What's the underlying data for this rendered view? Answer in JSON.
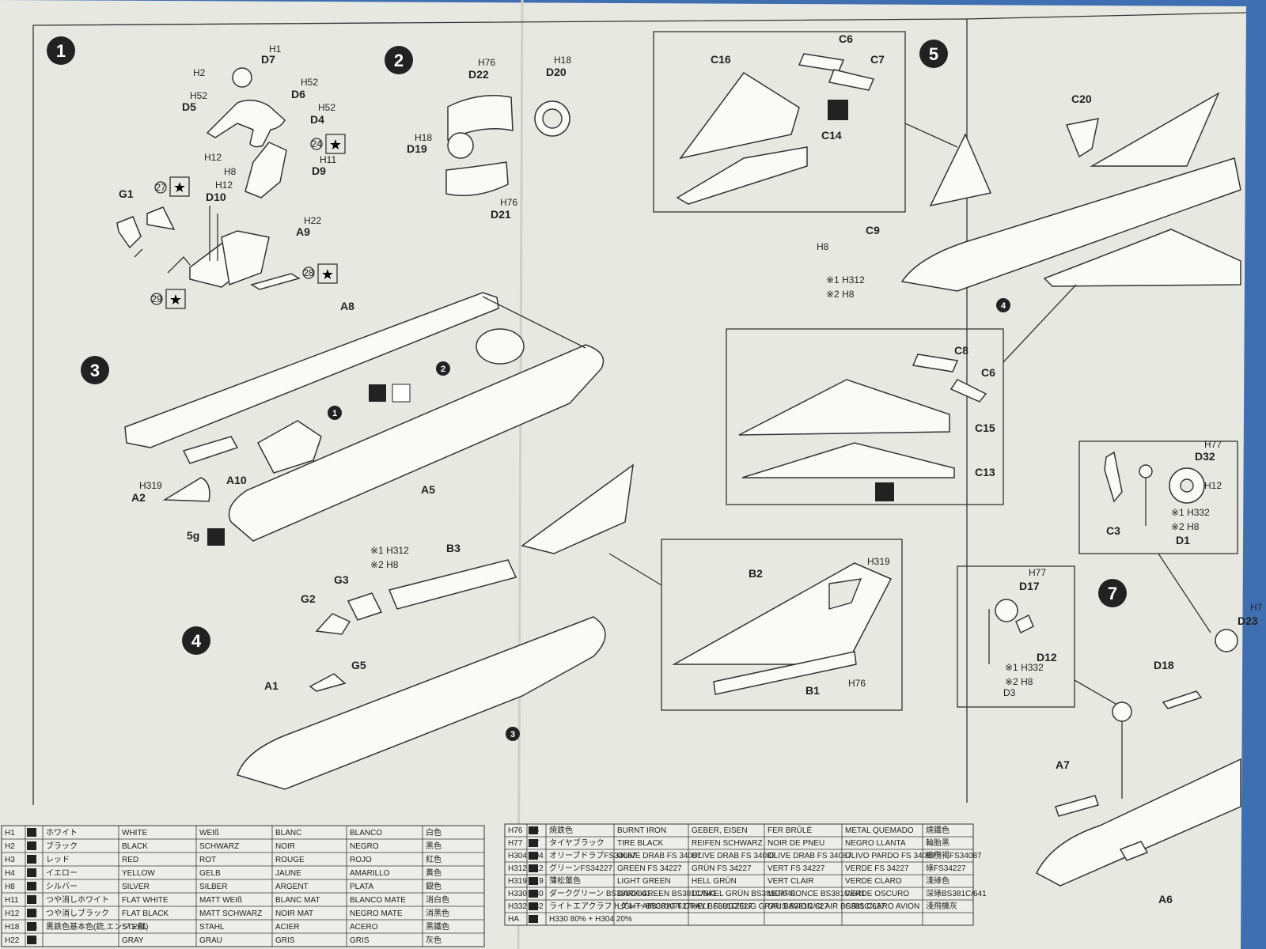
{
  "steps": {
    "s1": {
      "number": "1",
      "labels": {
        "h1": "H1",
        "d7": "D7",
        "h2": "H2",
        "h52a": "H52",
        "d6": "D6",
        "h52b": "H52",
        "d5": "D5",
        "h52c": "H52",
        "d4": "D4",
        "n24": "24",
        "h12a": "H12",
        "h11": "H11",
        "h8": "H8",
        "d9": "D9",
        "h12b": "H12",
        "d10": "D10",
        "g1": "G1",
        "n27": "27",
        "h22": "H22",
        "a9": "A9",
        "n28": "28",
        "n29": "29"
      }
    },
    "s2": {
      "number": "2",
      "labels": {
        "h76a": "H76",
        "h18a": "H18",
        "d22": "D22",
        "d20": "D20",
        "h18b": "H18",
        "d19": "D19",
        "h76b": "H76",
        "d21": "D21"
      }
    },
    "s3": {
      "number": "3",
      "labels": {
        "a8": "A8",
        "ref2": "2",
        "ref1": "1",
        "h319": "H319",
        "a2": "A2",
        "a10": "A10",
        "a5": "A5",
        "weight": "5g"
      }
    },
    "s4": {
      "number": "4",
      "labels": {
        "note1": "※1 H312",
        "note2": "※2 H8",
        "b3": "B3",
        "g3": "G3",
        "g2": "G2",
        "g5": "G5",
        "a1": "A1",
        "ref3": "3",
        "b2": "B2",
        "h319": "H319",
        "b1": "B1",
        "h76": "H76"
      }
    },
    "s5": {
      "number": "5",
      "labels": {
        "c6a": "C6",
        "c16": "C16",
        "c7": "C7",
        "c14": "C14",
        "c20": "C20",
        "c9": "C9",
        "h8": "H8",
        "note1": "※1 H312",
        "note2": "※2 H8",
        "ref4": "4",
        "c8": "C8",
        "c6b": "C6",
        "c15": "C15",
        "c13": "C13"
      }
    },
    "s7": {
      "number": "7",
      "labels": {
        "h77a": "H77",
        "d32": "D32",
        "h12": "H12",
        "c3": "C3",
        "note1": "※1 H332",
        "note2": "※2 H8",
        "d1": "D1",
        "h77b": "H77",
        "d17": "D17",
        "d12": "D12",
        "n1": "※1 H332",
        "n2": "※2 H8",
        "d3": "D3",
        "d18": "D18",
        "a7": "A7",
        "a6": "A6",
        "d23": "D23",
        "h7": "H7"
      }
    }
  },
  "paint_table_left": {
    "rows": [
      [
        "H1",
        "1",
        "ホワイト",
        "WHITE",
        "WEIß",
        "BLANC",
        "BLANCO",
        "白色"
      ],
      [
        "H2",
        "2",
        "ブラック",
        "BLACK",
        "SCHWARZ",
        "NOIR",
        "NEGRO",
        "黑色"
      ],
      [
        "H3",
        "3",
        "レッド",
        "RED",
        "ROT",
        "ROUGE",
        "ROJO",
        "紅色"
      ],
      [
        "H4",
        "4",
        "イエロー",
        "YELLOW",
        "GELB",
        "JAUNE",
        "AMARILLO",
        "黃色"
      ],
      [
        "H8",
        "8",
        "シルバー",
        "SILVER",
        "SILBER",
        "ARGENT",
        "PLATA",
        "銀色"
      ],
      [
        "H11",
        "11",
        "つや消しホワイト",
        "FLAT WHITE",
        "MATT WEIß",
        "BLANC MAT",
        "BLANCO MATE",
        "消白色"
      ],
      [
        "H12",
        "12",
        "つや消しブラック",
        "FLAT BLACK",
        "MATT SCHWARZ",
        "NOIR MAT",
        "NEGRO MATE",
        "消黑色"
      ],
      [
        "H18",
        "18",
        "黒鉄色基本色(銃,エンジン部)",
        "STEEL",
        "STAHL",
        "ACIER",
        "ACERO",
        "黑鐵色"
      ],
      [
        "H22",
        "22",
        "",
        "GRAY",
        "GRAU",
        "GRIS",
        "GRIS",
        "灰色"
      ]
    ]
  },
  "paint_table_right": {
    "rows": [
      [
        "H76",
        "76",
        "焼鉄色",
        "BURNT IRON",
        "GEBER, EISEN",
        "FER BRÛLÉ",
        "METAL QUEMADO",
        "燒鐵色"
      ],
      [
        "H77",
        "77",
        "タイヤブラック",
        "TIRE BLACK",
        "REIFEN SCHWARZ",
        "NOIR DE PNEU",
        "NEGRO LLANTA",
        "輪胎黑"
      ],
      [
        "H304",
        "304",
        "オリーブドラブFS34087",
        "OLIVE DRAB FS 34087",
        "OLIVE DRAB FS 34087",
        "OLIVE DRAB FS 34087",
        "OLIVO PARDO FS 34087",
        "橄欖褐FS34087"
      ],
      [
        "H312",
        "312",
        "グリーンFS34227",
        "GREEN FS 34227",
        "GRÜN FS 34227",
        "VERT FS 34227",
        "VERDE FS 34227",
        "綠FS34227"
      ],
      [
        "H319",
        "319",
        "薄松葉色",
        "LIGHT GREEN",
        "HELL GRÜN",
        "VERT CLAIR",
        "VERDE CLARO",
        "淺綠色"
      ],
      [
        "H330",
        "330",
        "ダークグリーン BS381C/641",
        "DARK GREEN BS381C/641",
        "DUNKEL GRÜN BS381C/641",
        "VERT FONCE BS381C/641",
        "VERDE OSCURO",
        "深綠BS381C/641"
      ],
      [
        "H332",
        "332",
        "ライトエアクラフトグレー BS381C/627",
        "LIGHT AIRCRAFT GRAY BS381C/627",
        "HELL FLUGZEUG GRAU BS381C/627",
        "GRIS AVION CLAIR BS381C/627",
        "GRIS CLARO AVION",
        "淺飛機灰"
      ],
      [
        "HA",
        "A",
        "H330 80% + H304 20%",
        "",
        "",
        "",
        "",
        ""
      ]
    ]
  },
  "colors": {
    "background": "#3f6fb0",
    "paper": "#e7e7e2",
    "ink": "#222222",
    "mask_gray": "#9a9a96"
  }
}
